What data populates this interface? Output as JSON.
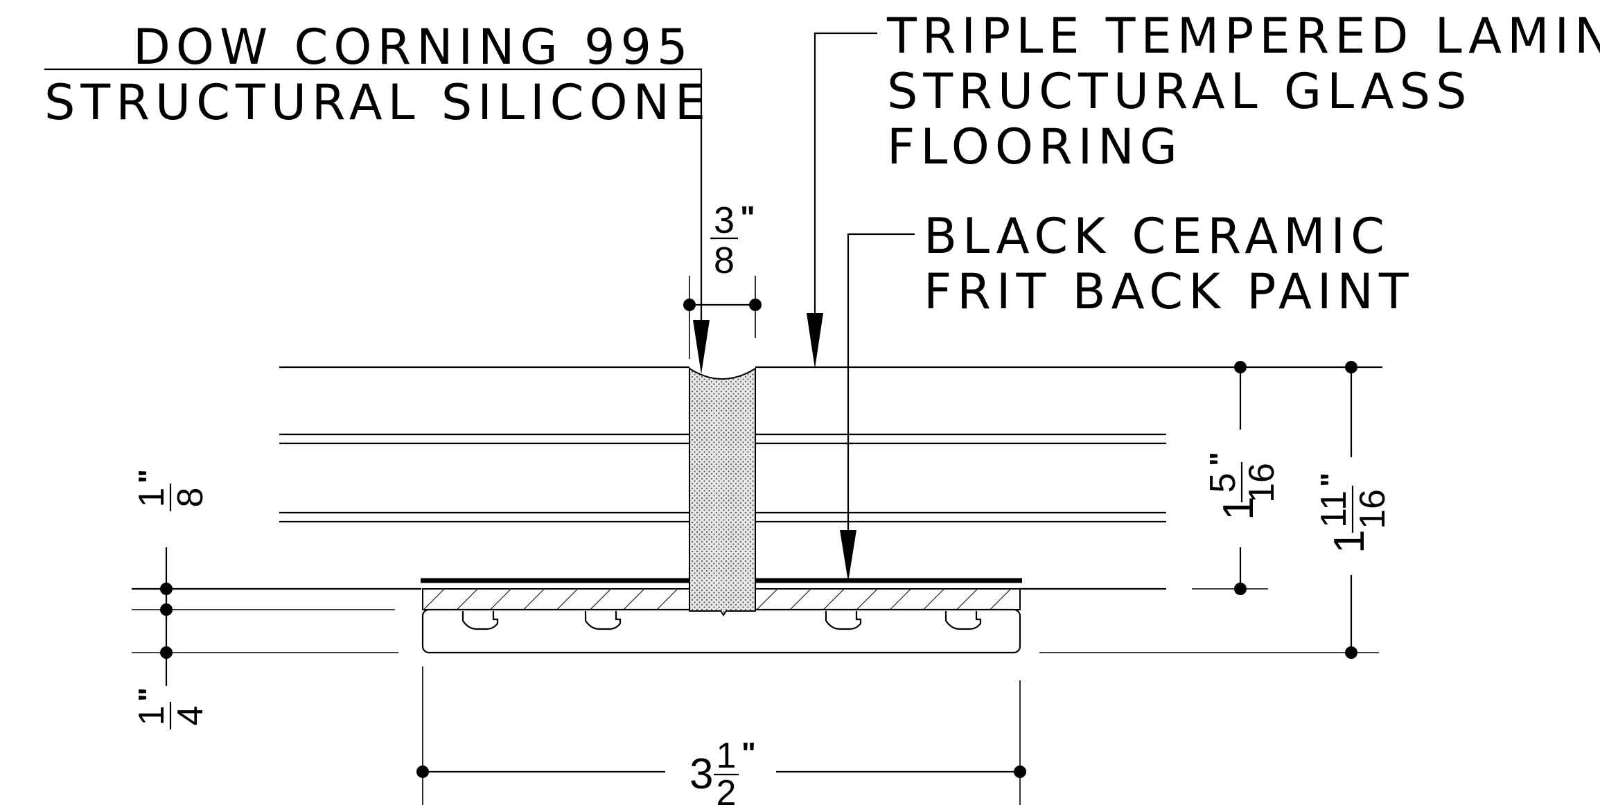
{
  "labels": {
    "silicone_line1": "DOW CORNING 995",
    "silicone_line2": "STRUCTURAL SILICONE",
    "glass_line1": "TRIPLE TEMPERED LAMINA",
    "glass_line2": "STRUCTURAL GLASS",
    "glass_line3": "FLOORING",
    "frit_line1": "BLACK CERAMIC",
    "frit_line2": "FRIT BACK PAINT"
  },
  "dimensions": {
    "joint_width": {
      "num": "3",
      "den": "8",
      "unit": "\""
    },
    "glass_thickness": {
      "whole": "1",
      "num": "5",
      "den": "16",
      "unit": "\""
    },
    "total_thickness": {
      "whole": "1",
      "num": "11",
      "den": "16",
      "unit": "\""
    },
    "top_layer": {
      "num": "1",
      "den": "8",
      "unit": "\""
    },
    "bottom_layer": {
      "num": "1",
      "den": "4",
      "unit": "\""
    },
    "support_width": {
      "whole": "3",
      "num": "1",
      "den": "2",
      "unit": "\""
    }
  },
  "colors": {
    "ink": "#000000",
    "background": "#ffffff",
    "silicone_fill": "#d9d9d9"
  }
}
